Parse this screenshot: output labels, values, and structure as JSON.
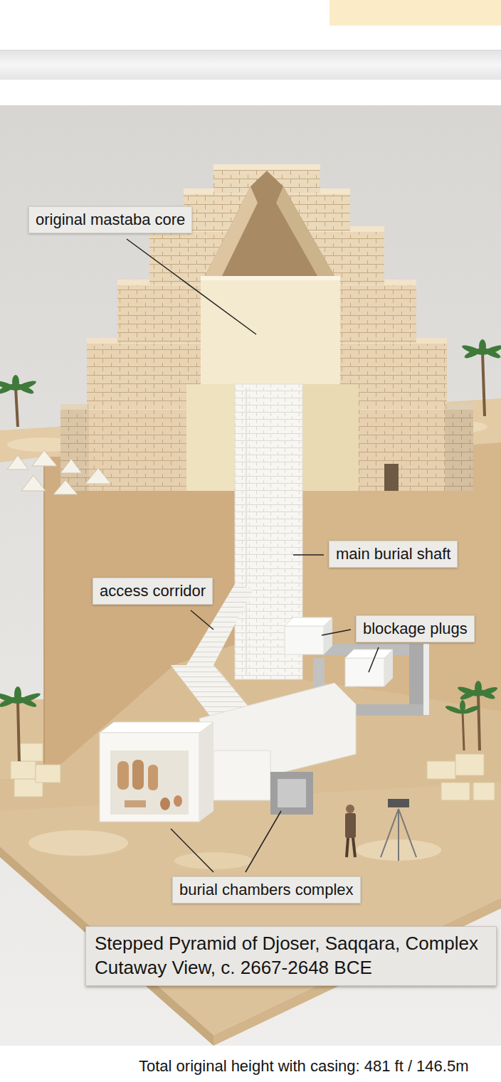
{
  "diagram": {
    "title": "Stepped Pyramid of Djoser, Saqqara, Complex Cutaway View, c. 2667-2648 BCE",
    "caption": "Total original height with casing: 481 ft / 146.5m",
    "nodes": [
      {
        "text": [
          "original mastaba core"
        ]
      },
      {
        "text": [
          "main burial shaft"
        ]
      },
      {
        "text": [
          "access corridor"
        ]
      },
      {
        "text": [
          "blockage plugs"
        ]
      },
      {
        "text": [
          "burial chambers complex"
        ]
      }
    ]
  }
}
